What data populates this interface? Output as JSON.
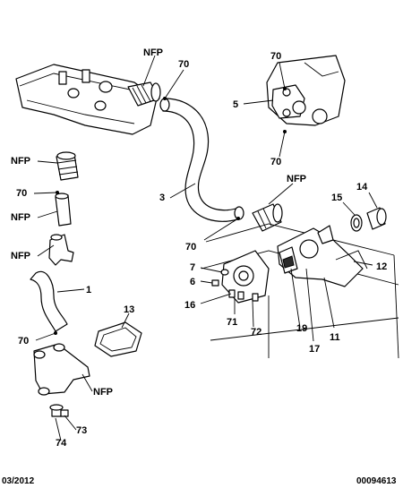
{
  "callouts": {
    "nfp_top": "NFP",
    "n70_top": "70",
    "n70_tr": "70",
    "n5": "5",
    "n70_r2": "70",
    "nfp_left1": "NFP",
    "n70_left1": "70",
    "nfp_left2": "NFP",
    "nfp_mid": "NFP",
    "n14": "14",
    "n15": "15",
    "n3": "3",
    "n70_mid": "70",
    "nfp_left3": "NFP",
    "n7": "7",
    "n12": "12",
    "n6": "6",
    "n1": "1",
    "n16": "16",
    "n13": "13",
    "n71": "71",
    "n19": "19",
    "n11": "11",
    "n72": "72",
    "n17": "17",
    "n70_low": "70",
    "nfp_bottom": "NFP",
    "n73": "73",
    "n74": "74"
  },
  "footer": {
    "date": "03/2012",
    "code": "00094613"
  }
}
